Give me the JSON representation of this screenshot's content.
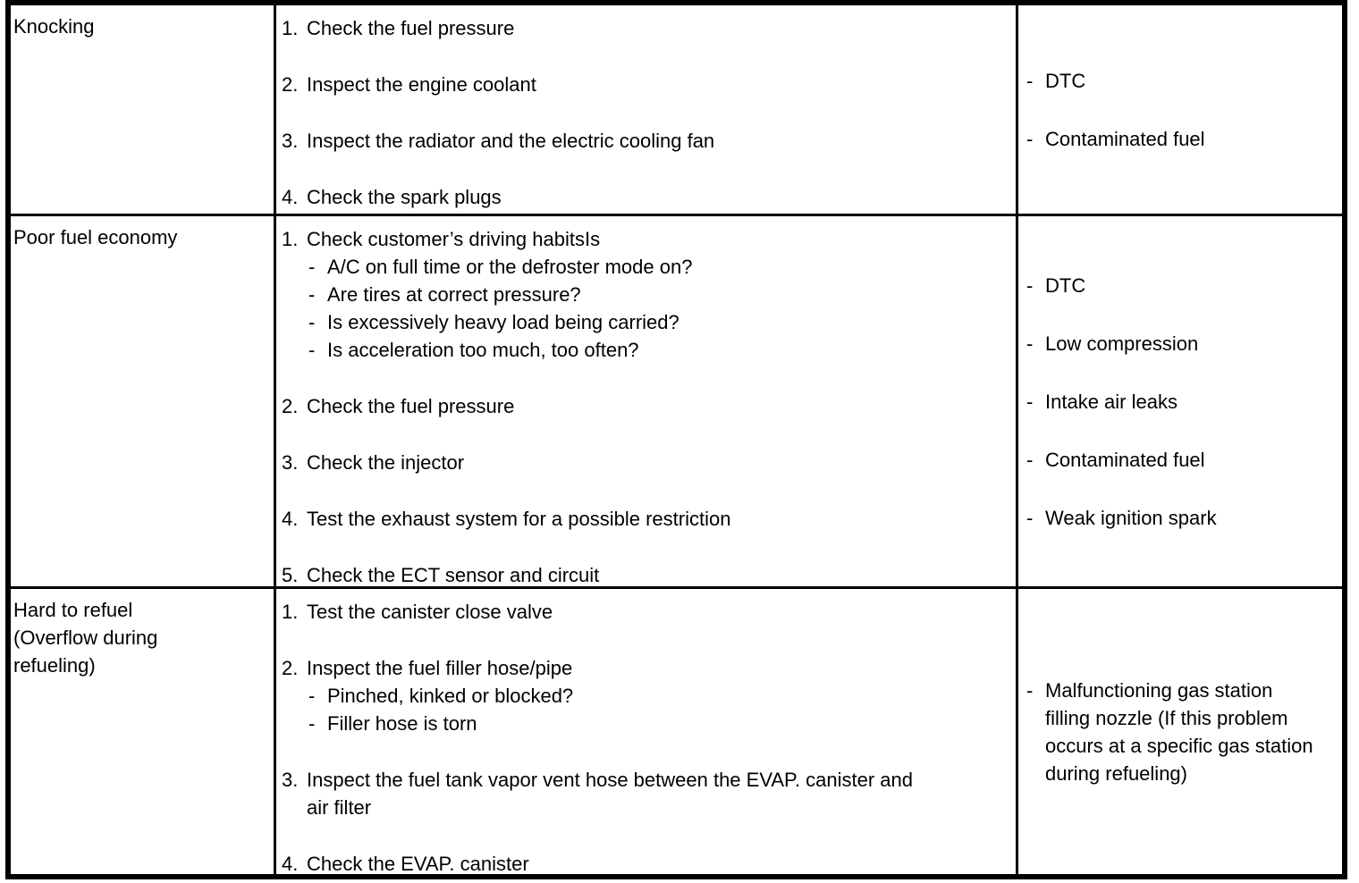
{
  "document": {
    "kind": "symptom-troubleshooting-table",
    "rows": [
      {
        "symptom": {
          "lines": [
            "Knocking"
          ]
        },
        "steps": [
          {
            "marker": "1.",
            "lines": [
              "Check the fuel pressure"
            ],
            "subs": []
          },
          {
            "marker": "2.",
            "lines": [
              "Inspect the engine coolant"
            ],
            "subs": []
          },
          {
            "marker": "3.",
            "lines": [
              "Inspect the radiator and the electric cooling fan"
            ],
            "subs": []
          },
          {
            "marker": "4.",
            "lines": [
              "Check the spark plugs"
            ],
            "subs": []
          }
        ],
        "causes": [
          {
            "marker": "-",
            "lines": [
              "DTC"
            ]
          },
          {
            "marker": "-",
            "lines": [
              "Contaminated fuel"
            ]
          }
        ]
      },
      {
        "symptom": {
          "lines": [
            "Poor fuel economy"
          ]
        },
        "steps": [
          {
            "marker": "1.",
            "lines": [
              "Check customer’s driving habitsIs"
            ],
            "subs": [
              {
                "marker": "-",
                "lines": [
                  "A/C on full time or the defroster mode on?"
                ]
              },
              {
                "marker": "-",
                "lines": [
                  "Are tires at correct pressure?"
                ]
              },
              {
                "marker": "-",
                "lines": [
                  "Is excessively heavy load being carried?"
                ]
              },
              {
                "marker": "-",
                "lines": [
                  "Is acceleration too much, too often?"
                ]
              }
            ]
          },
          {
            "marker": "2.",
            "lines": [
              "Check the fuel pressure"
            ],
            "subs": []
          },
          {
            "marker": "3.",
            "lines": [
              "Check the injector"
            ],
            "subs": []
          },
          {
            "marker": "4.",
            "lines": [
              "Test the exhaust system for a possible restriction"
            ],
            "subs": []
          },
          {
            "marker": "5.",
            "lines": [
              "Check the ECT sensor and circuit"
            ],
            "subs": []
          }
        ],
        "causes": [
          {
            "marker": "-",
            "lines": [
              "DTC"
            ]
          },
          {
            "marker": "-",
            "lines": [
              "Low compression"
            ]
          },
          {
            "marker": "-",
            "lines": [
              "Intake air leaks"
            ]
          },
          {
            "marker": "-",
            "lines": [
              "Contaminated fuel"
            ]
          },
          {
            "marker": "-",
            "lines": [
              "Weak ignition spark"
            ]
          }
        ]
      },
      {
        "symptom": {
          "lines": [
            "Hard to refuel",
            "(Overflow during",
            "refueling)"
          ]
        },
        "steps": [
          {
            "marker": "1.",
            "lines": [
              "Test the canister close valve"
            ],
            "subs": []
          },
          {
            "marker": "2.",
            "lines": [
              "Inspect the fuel filler hose/pipe"
            ],
            "subs": [
              {
                "marker": "-",
                "lines": [
                  "Pinched, kinked or blocked?"
                ]
              },
              {
                "marker": "-",
                "lines": [
                  "Filler hose is torn"
                ]
              }
            ]
          },
          {
            "marker": "3.",
            "lines": [
              "Inspect the fuel tank vapor vent hose between the EVAP. canister and",
              "air filter"
            ],
            "subs": []
          },
          {
            "marker": "4.",
            "lines": [
              "Check the EVAP. canister"
            ],
            "subs": []
          }
        ],
        "causes": [
          {
            "marker": "-",
            "lines": [
              "Malfunctioning gas station",
              "filling nozzle (If this problem",
              "occurs at a specific gas station",
              "during refueling)"
            ]
          }
        ]
      }
    ]
  }
}
